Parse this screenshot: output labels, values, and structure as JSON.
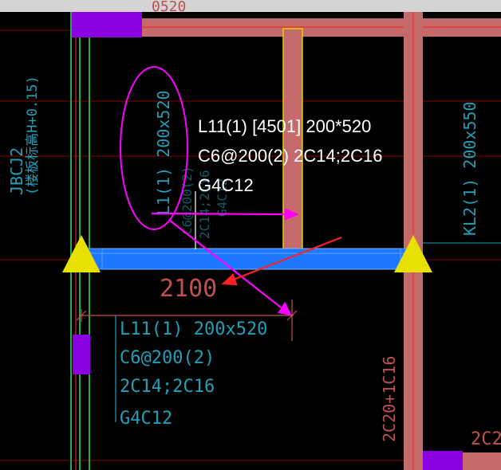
{
  "colors": {
    "background": "#000000",
    "title_strip": "#d4d4d4",
    "column_fill": "#c46a6a",
    "wall_green": "#22aa44",
    "beam_blue": "#1e78ff",
    "highlight_yellow": "#e0d000",
    "support_yellow": "#e8e000",
    "purple_block": "#8a00e0",
    "magenta_annotation": "#ff00ff",
    "red_arrow": "#ff2020",
    "cyan_text": "#1fa0b8",
    "dim_text": "#c05050",
    "white_text": "#ffffff"
  },
  "icons": {
    "left_support": "triangle-support-icon",
    "right_support": "triangle-support-icon",
    "dimension_tick": "dimension-tick-icon"
  },
  "labels": {
    "top_partial": "0520",
    "left_rotated_main": "JBCJ2",
    "left_rotated_sub": "(楼板标高H+0.15)",
    "beam_vertical": "L1(1) 200x520",
    "beam_vertical_faint_1": "C6@200(2)",
    "beam_vertical_faint_2": "2C14;2C16",
    "beam_vertical_faint_3": "G4C12",
    "selected_line1": "L11(1) [4501] 200*520",
    "selected_line2": "C6@200(2) 2C14;2C16",
    "selected_line3": "G4C12",
    "kl2_label": "KL2(1) 200x550",
    "dimension": "2100",
    "lower_line1": "L11(1) 200x520",
    "lower_line2": "C6@200(2)",
    "lower_line3": "2C14;2C16",
    "lower_line4": "G4C12",
    "bottom_vertical": "2C20+1C16",
    "bottom_right_partial": "2C2"
  }
}
